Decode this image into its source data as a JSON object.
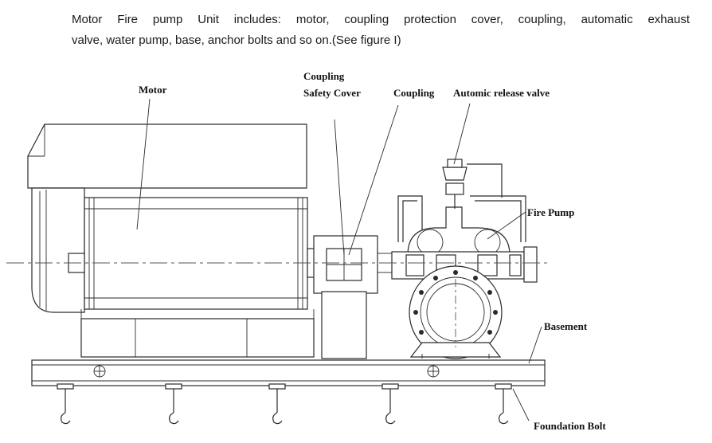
{
  "intro": {
    "line1": "Motor Fire pump Unit includes: motor, coupling protection cover, coupling, automatic exhaust",
    "line2": "valve, water pump, base, anchor bolts and so on.(See figure I)"
  },
  "labels": {
    "motor": "Motor",
    "coupling_cover_1": "Coupling",
    "coupling_cover_2": "Safety Cover",
    "coupling": "Coupling",
    "release_valve": "Automic release valve",
    "fire_pump": "Fire Pump",
    "basement": "Basement",
    "foundation_bolt": "Foundation Bolt"
  }
}
